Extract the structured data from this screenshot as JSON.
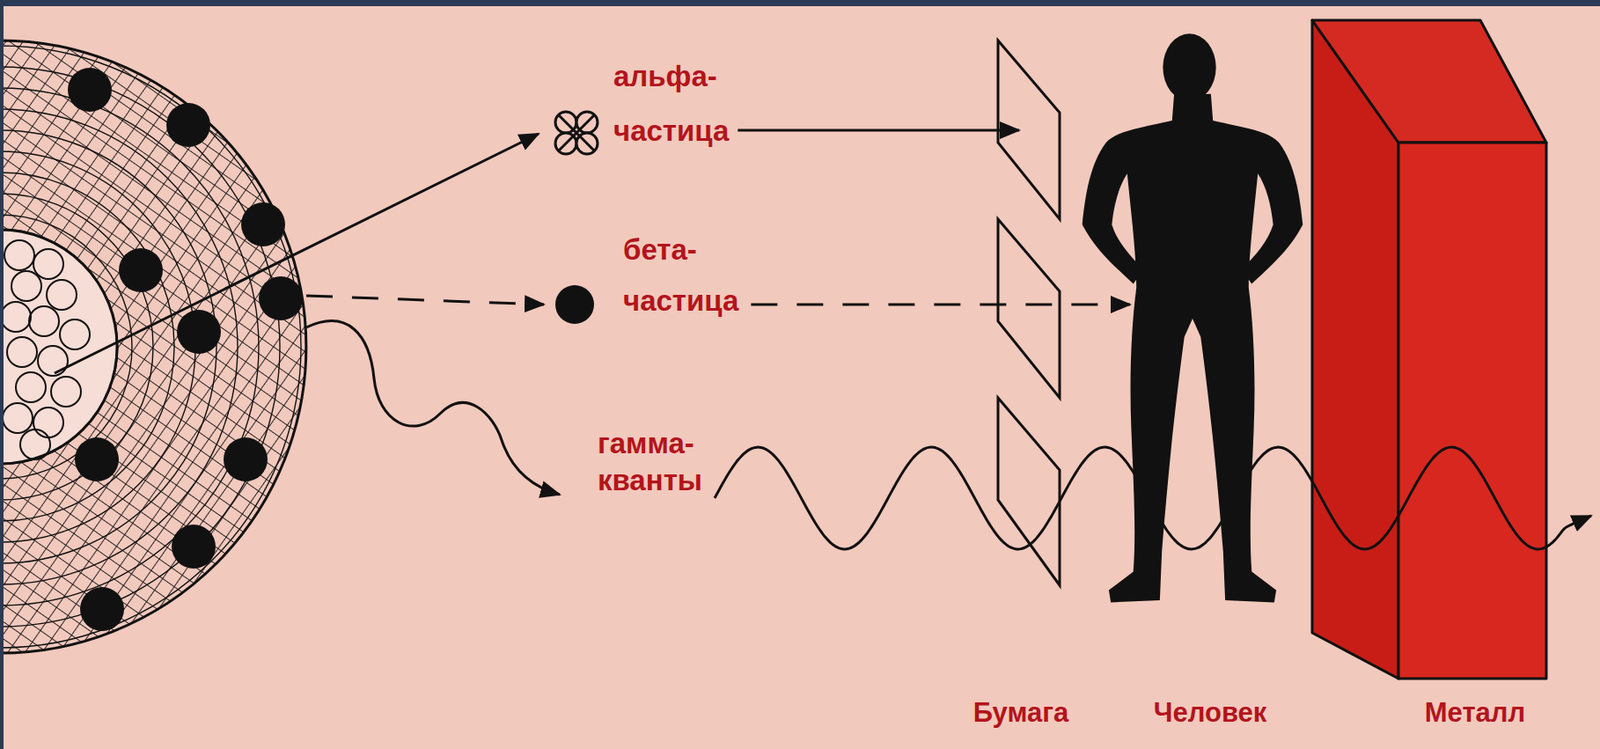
{
  "diagram": {
    "labels": [
      "альфа- частица",
      "бета- частица",
      "гамма- кванты",
      "Бумага",
      "Человек",
      "Металл"
    ]
  }
}
